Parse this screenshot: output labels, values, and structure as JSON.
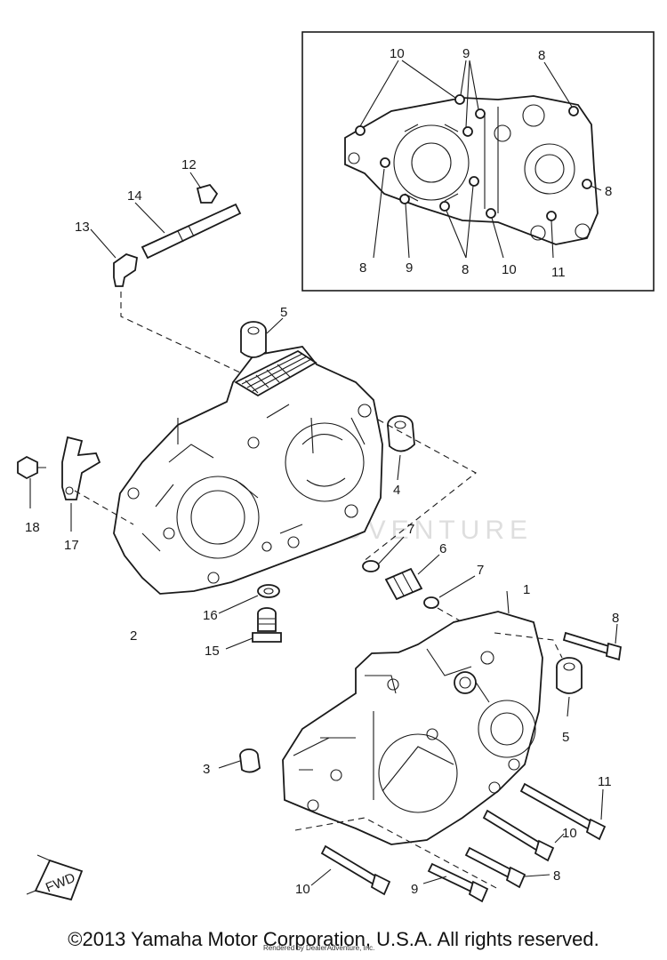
{
  "diagram": {
    "watermark": "ADVENTURE",
    "labels": [
      {
        "key": "inset-10a",
        "text": "10"
      },
      {
        "key": "inset-9a",
        "text": "9"
      },
      {
        "key": "inset-8a",
        "text": "8"
      },
      {
        "key": "inset-8b",
        "text": "8"
      },
      {
        "key": "inset-8c",
        "text": "8"
      },
      {
        "key": "inset-9b",
        "text": "9"
      },
      {
        "key": "inset-8d",
        "text": "8"
      },
      {
        "key": "inset-10b",
        "text": "10"
      },
      {
        "key": "inset-11",
        "text": "11"
      },
      {
        "key": "p12",
        "text": "12"
      },
      {
        "key": "p13",
        "text": "13"
      },
      {
        "key": "p14",
        "text": "14"
      },
      {
        "key": "p5a",
        "text": "5"
      },
      {
        "key": "p4",
        "text": "4"
      },
      {
        "key": "p18",
        "text": "18"
      },
      {
        "key": "p17",
        "text": "17"
      },
      {
        "key": "p2",
        "text": "2"
      },
      {
        "key": "p16",
        "text": "16"
      },
      {
        "key": "p15",
        "text": "15"
      },
      {
        "key": "p7a",
        "text": "7"
      },
      {
        "key": "p6",
        "text": "6"
      },
      {
        "key": "p7b",
        "text": "7"
      },
      {
        "key": "p1",
        "text": "1"
      },
      {
        "key": "p8a",
        "text": "8"
      },
      {
        "key": "p5b",
        "text": "5"
      },
      {
        "key": "p3",
        "text": "3"
      },
      {
        "key": "p11",
        "text": "11"
      },
      {
        "key": "p10a",
        "text": "10"
      },
      {
        "key": "p8b",
        "text": "8"
      },
      {
        "key": "p9",
        "text": "9"
      },
      {
        "key": "p10b",
        "text": "10"
      }
    ],
    "fwd_marker": "FWD"
  },
  "footer": {
    "copyright": "©2013 Yamaha Motor Corporation, U.S.A. All rights reserved.",
    "credit": "Rendered by DealerAdventure, Inc."
  }
}
